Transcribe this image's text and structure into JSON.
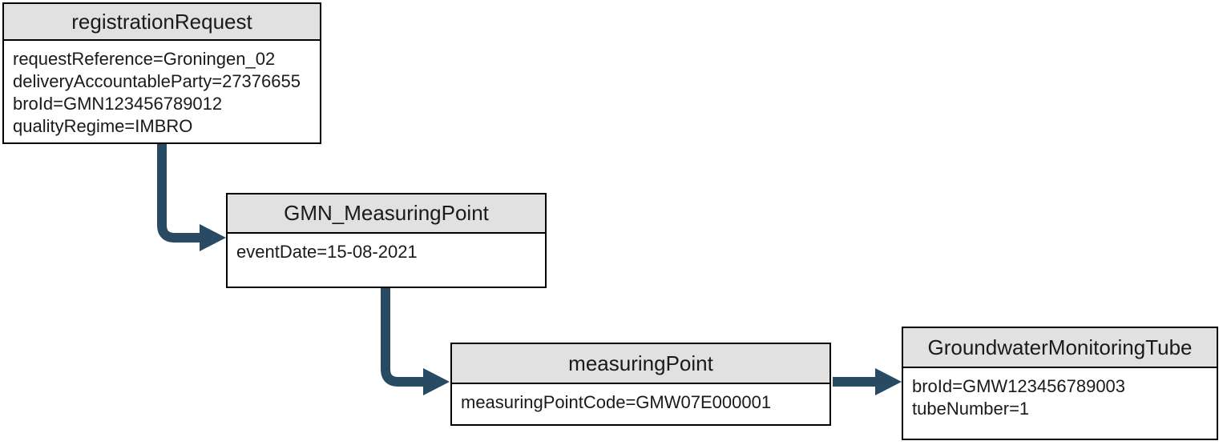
{
  "diagram": {
    "colors": {
      "arrow": "#284a62",
      "header_bg": "#e1e1e1",
      "border": "#000000",
      "background": "#ffffff"
    },
    "nodes": [
      {
        "title": "registrationRequest",
        "attributes": [
          "requestReference=Groningen_02",
          "deliveryAccountableParty=27376655",
          "broId=GMN123456789012",
          "qualityRegime=IMBRO"
        ]
      },
      {
        "title": "GMN_MeasuringPoint",
        "attributes": [
          "eventDate=15-08-2021"
        ]
      },
      {
        "title": "measuringPoint",
        "attributes": [
          "measuringPointCode=GMW07E000001"
        ]
      },
      {
        "title": "GroundwaterMonitoringTube",
        "attributes": [
          "broId=GMW123456789003",
          "tubeNumber=1"
        ]
      }
    ],
    "edges": [
      {
        "from": "registrationRequest",
        "to": "GMN_MeasuringPoint"
      },
      {
        "from": "GMN_MeasuringPoint",
        "to": "measuringPoint"
      },
      {
        "from": "measuringPoint",
        "to": "GroundwaterMonitoringTube"
      }
    ]
  }
}
